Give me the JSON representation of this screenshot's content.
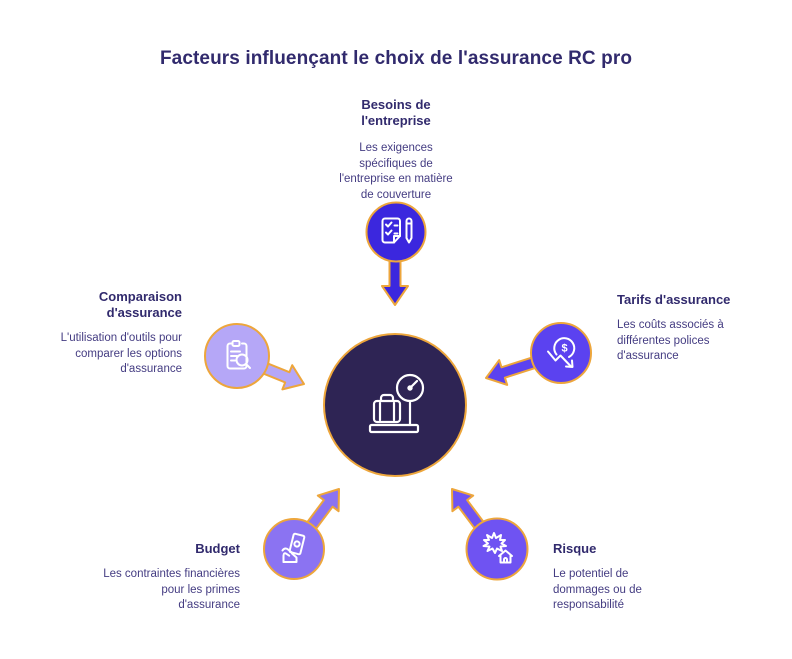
{
  "title": "Facteurs influençant le choix de l'assurance RC pro",
  "colors": {
    "besoins": "#3b27de",
    "tarifs": "#5b42f0",
    "risque": "#6f53f2",
    "budget": "#8b73f2",
    "comparaison": "#b5a7f7",
    "center": "#2e2454",
    "outline": "#eda63c",
    "icon": "#ffffff",
    "title_text": "#312a6d",
    "body_text": "#443c82"
  },
  "center": {
    "icon": "luggage-scale-icon"
  },
  "nodes": [
    {
      "id": "besoins",
      "title": "Besoins de l'entreprise",
      "description": "Les exigences spécifiques de l'entreprise en matière de couverture",
      "icon": "checklist-pen-icon"
    },
    {
      "id": "tarifs",
      "title": "Tarifs d'assurance",
      "description": "Les coûts associés à différentes polices d'assurance",
      "icon": "dollar-decrease-icon",
      "icon_glyph": "$"
    },
    {
      "id": "risque",
      "title": "Risque",
      "description": "Le potentiel de dommages ou de responsabilité",
      "icon": "house-damage-icon"
    },
    {
      "id": "budget",
      "title": "Budget",
      "description": "Les contraintes financières pour les primes d'assurance",
      "icon": "hand-money-icon"
    },
    {
      "id": "comparaison",
      "title": "Comparaison d'assurance",
      "description": "L'utilisation d'outils pour comparer les options d'assurance",
      "icon": "clipboard-search-icon"
    }
  ]
}
